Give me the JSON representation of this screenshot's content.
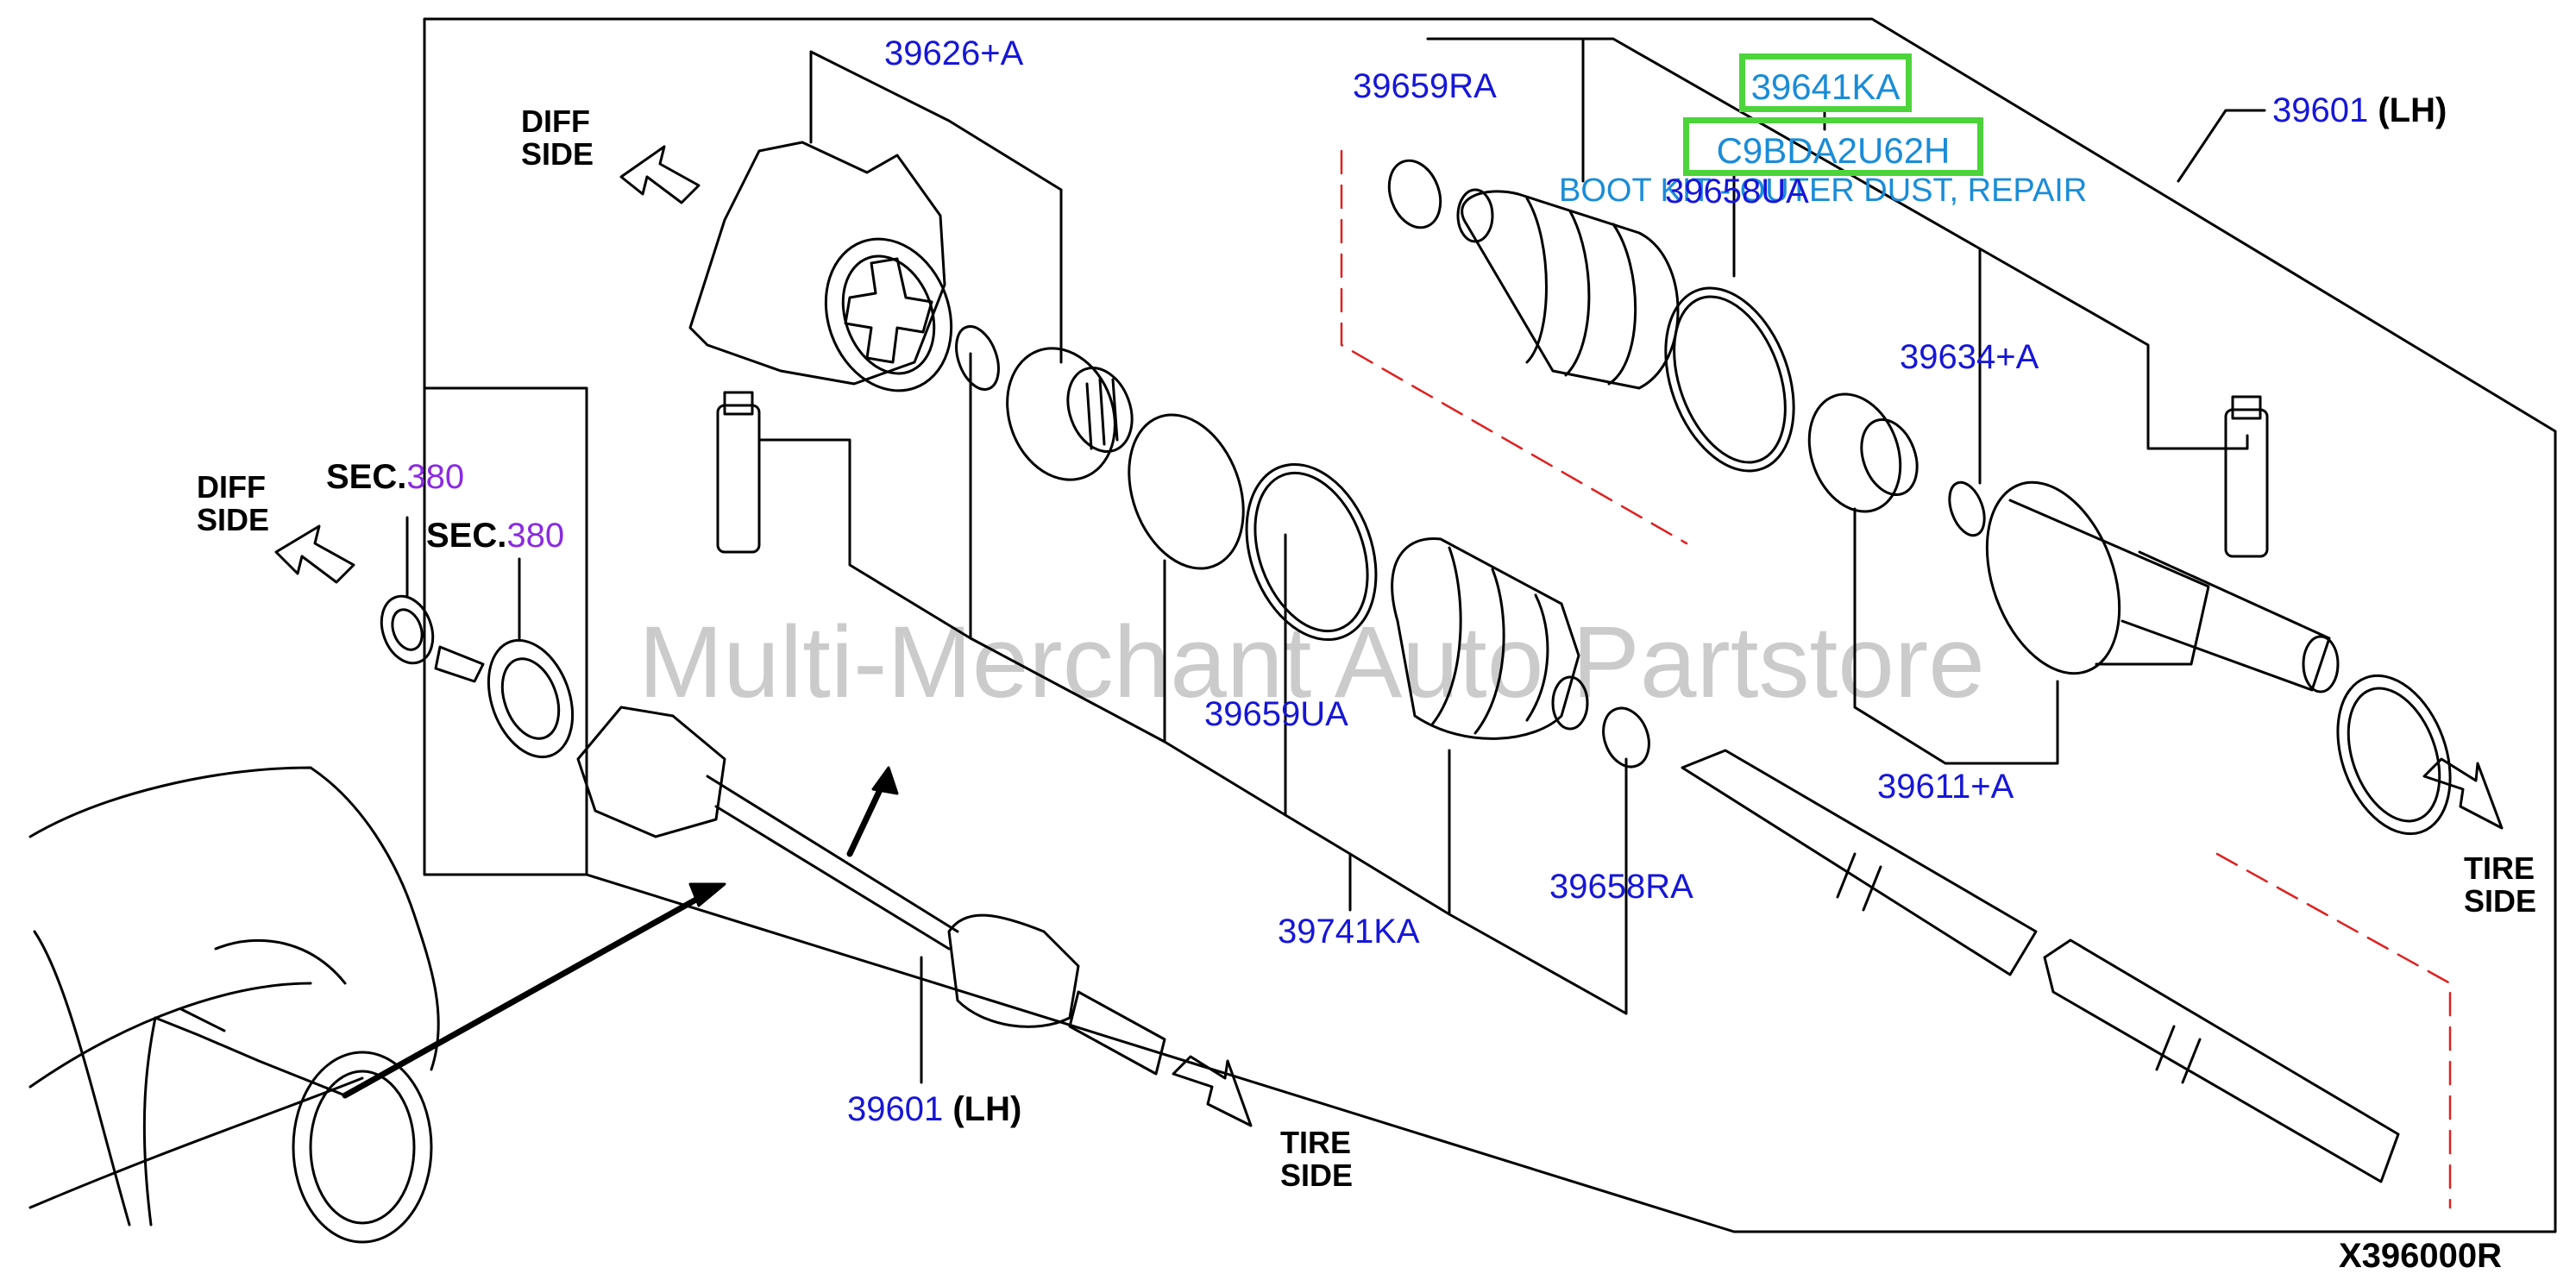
{
  "diagram": {
    "reference_code": "X396000R",
    "watermark": "Multi-Merchant Auto Partstore",
    "direction_labels": {
      "diff_side": "DIFF\nSIDE",
      "tire_side": "TIRE\nSIDE"
    },
    "section_refs": [
      {
        "prefix": "SEC.",
        "number": "380"
      },
      {
        "prefix": "SEC.",
        "number": "380"
      }
    ],
    "parts": {
      "p39626": "39626+A",
      "p39659RA": "39659RA",
      "p39641KA": "39641KA",
      "pC9BDA": "C9BDA2U62H",
      "boot_kit_desc": "BOOT KIT - OUTER DUST, REPAIR",
      "p39658UA": "39658UA",
      "p39601_top": "39601",
      "p39601_top_side": "(LH)",
      "p39634": "39634+A",
      "p39659UA": "39659UA",
      "p39611": "39611+A",
      "p39741KA": "39741KA",
      "p39658RA": "39658RA",
      "p39601_bottom": "39601",
      "p39601_bottom_side": "(LH)"
    }
  }
}
